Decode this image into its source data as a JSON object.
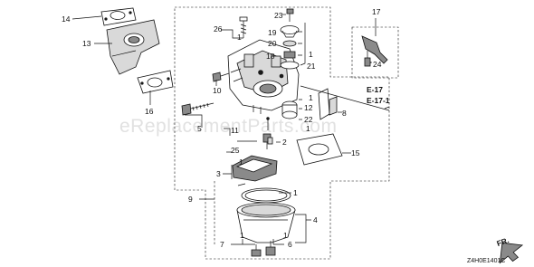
{
  "watermark": "eReplacementParts.com",
  "diagram_code": "Z4H0E1401C",
  "direction_label": "FR.",
  "references": {
    "e17": "E-17",
    "e17_1": "E-17-1"
  },
  "callouts": {
    "c1a": "1",
    "c1b": "1",
    "c1c": "1",
    "c1d": "1",
    "c1e": "1",
    "c1f": "1",
    "c1g": "1",
    "c2": "2",
    "c3": "3",
    "c4": "4",
    "c5": "5",
    "c6": "6",
    "c7": "7",
    "c8": "8",
    "c9": "9",
    "c10": "10",
    "c11": "11",
    "c12": "12",
    "c13": "13",
    "c14": "14",
    "c15": "15",
    "c16": "16",
    "c17": "17",
    "c18": "18",
    "c19": "19",
    "c20": "20",
    "c21": "21",
    "c22": "22",
    "c23": "23",
    "c24": "24",
    "c25": "25",
    "c26": "26"
  }
}
